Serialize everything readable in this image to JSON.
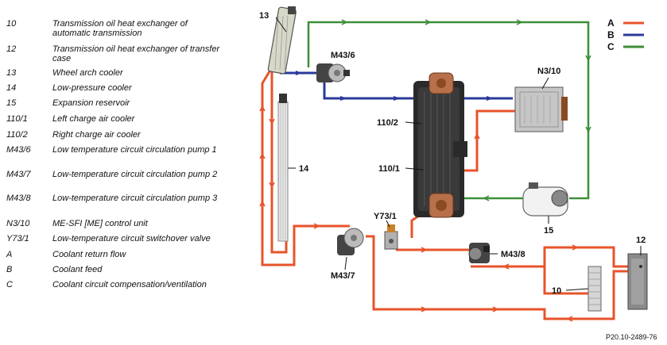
{
  "legend": [
    {
      "code": "10",
      "desc": "Transmission oil heat exchanger of automatic transmission"
    },
    {
      "code": "12",
      "desc": "Transmission oil heat exchanger of transfer case"
    },
    {
      "code": "13",
      "desc": "Wheel arch cooler"
    },
    {
      "code": "14",
      "desc": "Low-pressure cooler"
    },
    {
      "code": "15",
      "desc": "Expansion reservoir"
    },
    {
      "code": "110/1",
      "desc": "Left charge air cooler"
    },
    {
      "code": "110/2",
      "desc": "Right charge air cooler"
    },
    {
      "code": "M43/6",
      "desc": "Low temperature circuit circulation pump 1"
    },
    {
      "code": "M43/7",
      "desc": "Low-temperature circuit circulation pump 2"
    },
    {
      "code": "M43/8",
      "desc": "Low-temperature circuit circulation pump 3"
    },
    {
      "code": "N3/10",
      "desc": "ME-SFI [ME] control unit"
    },
    {
      "code": "Y73/1",
      "desc": "Low-temperature circuit switchover valve"
    },
    {
      "code": "A",
      "desc": "Coolant return flow"
    },
    {
      "code": "B",
      "desc": "Coolant feed"
    },
    {
      "code": "C",
      "desc": "Coolant circuit compensation/ventilation"
    }
  ],
  "key": [
    {
      "letter": "A",
      "color": "#e8532a"
    },
    {
      "letter": "B",
      "color": "#2b3a9a"
    },
    {
      "letter": "C",
      "color": "#3c8f3a"
    }
  ],
  "labels": {
    "c13": "13",
    "c14": "14",
    "m436": "M43/6",
    "n310": "N3/10",
    "c1102": "110/2",
    "c1101": "110/1",
    "y731": "Y73/1",
    "c15": "15",
    "m437": "M43/7",
    "m438": "M43/8",
    "c12": "12",
    "c10": "10"
  },
  "reference": "P20.10-2489-76"
}
